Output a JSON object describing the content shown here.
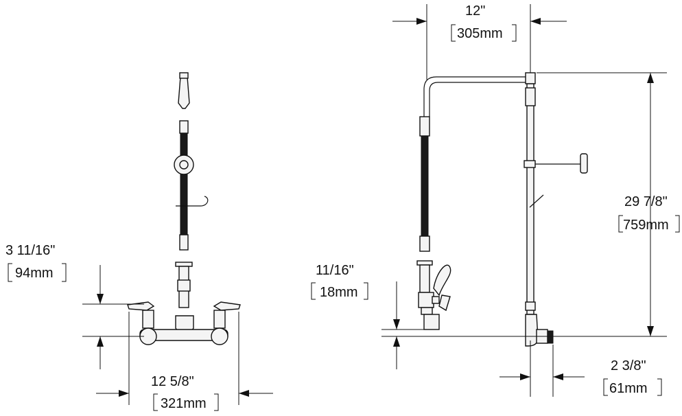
{
  "front_view": {
    "height_dim": {
      "imperial": "3 11/16\"",
      "metric": "94mm"
    },
    "width_dim": {
      "imperial": "12 5/8\"",
      "metric": "321mm"
    }
  },
  "side_view": {
    "reach_dim": {
      "imperial": "12\"",
      "metric": "305mm"
    },
    "height_dim": {
      "imperial": "29 7/8\"",
      "metric": "759mm"
    },
    "spout_dim": {
      "imperial": "11/16\"",
      "metric": "18mm"
    },
    "wall_dim": {
      "imperial": "2 3/8\"",
      "metric": "61mm"
    }
  },
  "colors": {
    "line": "#111111",
    "background": "#ffffff",
    "hose": "#1a1a1a"
  }
}
